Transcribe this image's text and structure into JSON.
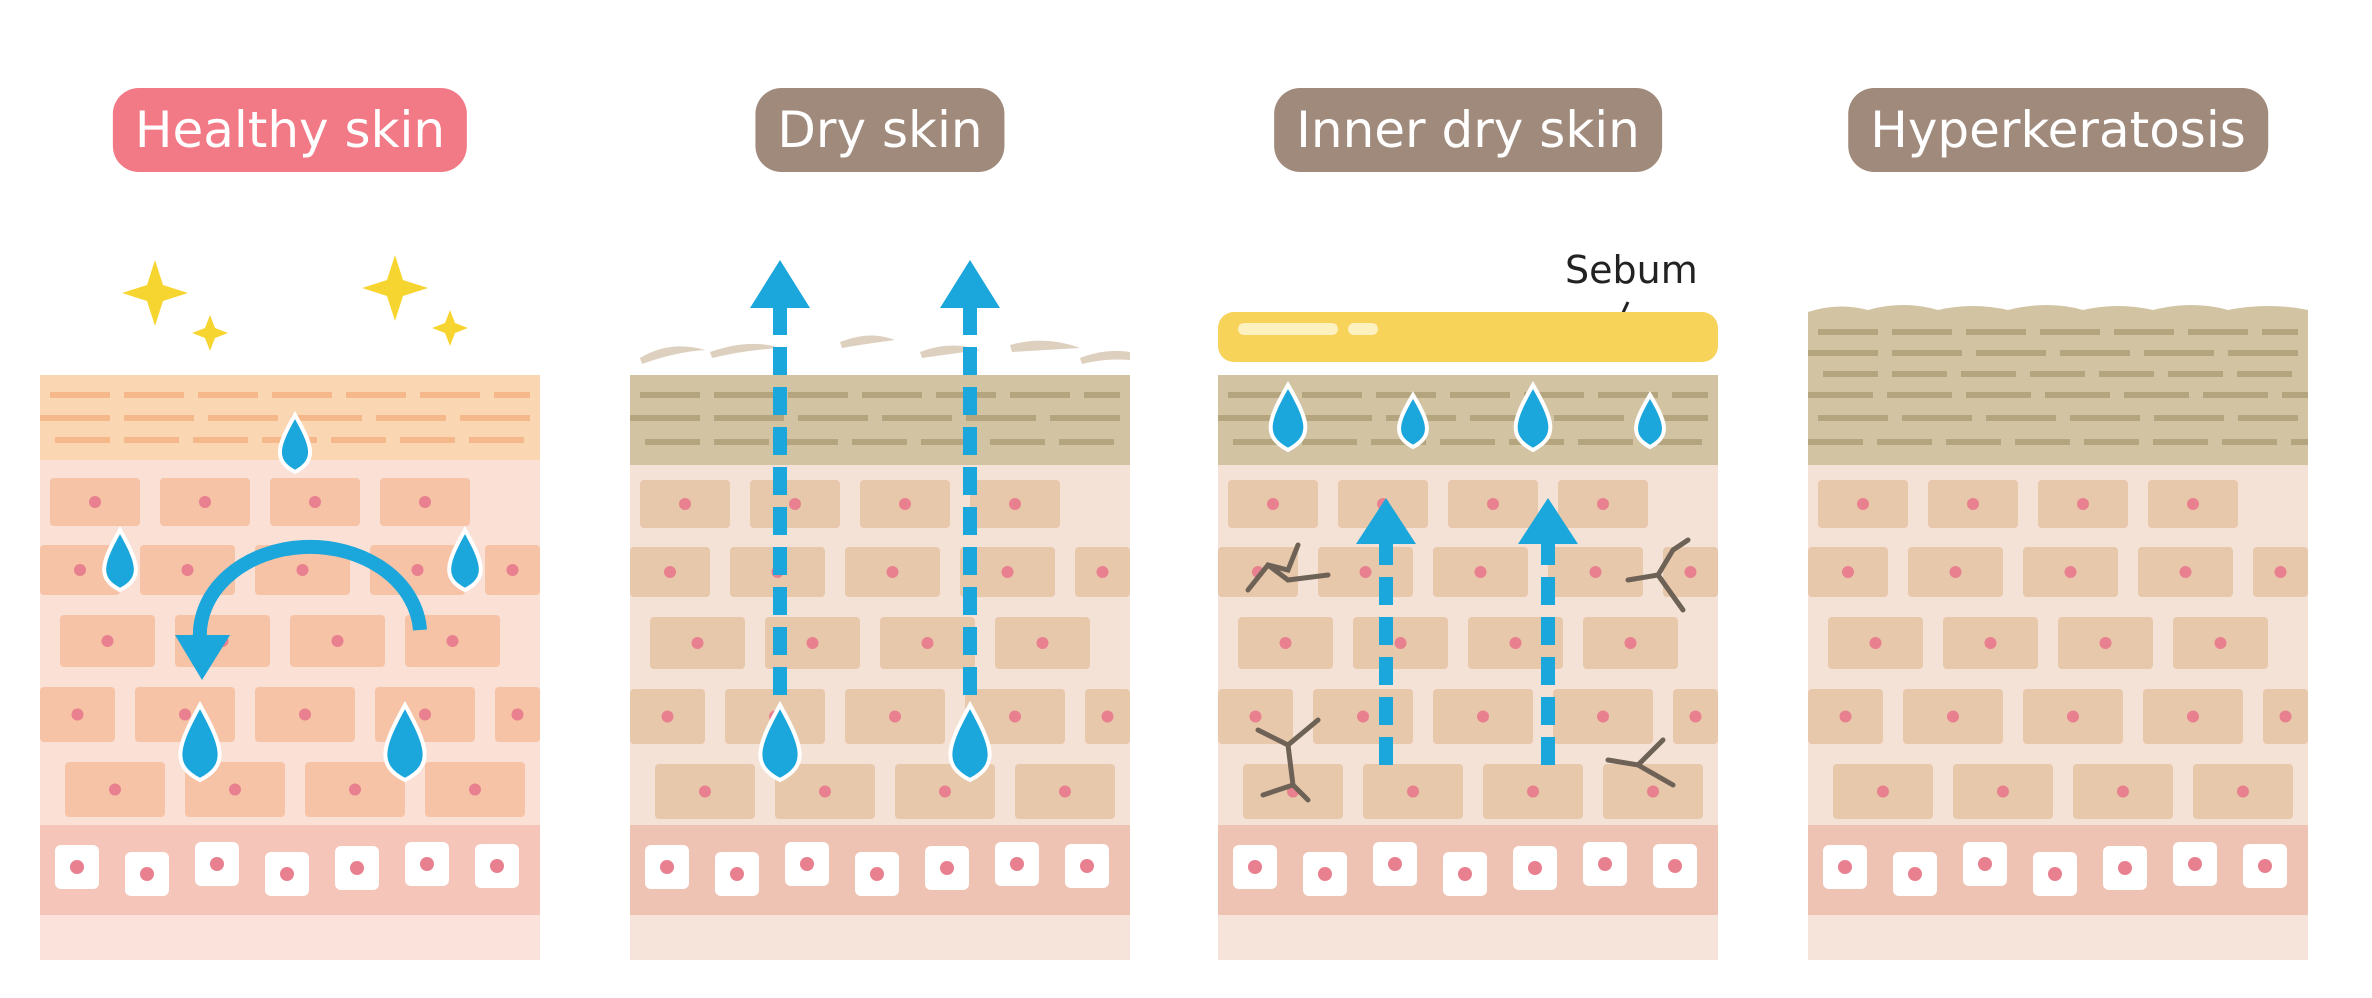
{
  "colors": {
    "healthy_badge": "#f27a87",
    "condition_badge": "#a08a7c",
    "water": "#1ba6dc",
    "sebum": "#f8d35a",
    "sparkle": "#f7d531"
  },
  "panels": [
    {
      "label": "Healthy skin"
    },
    {
      "label": "Dry skin"
    },
    {
      "label": "Inner dry skin",
      "annotation": "Sebum"
    },
    {
      "label": "Hyperkeratosis"
    }
  ]
}
